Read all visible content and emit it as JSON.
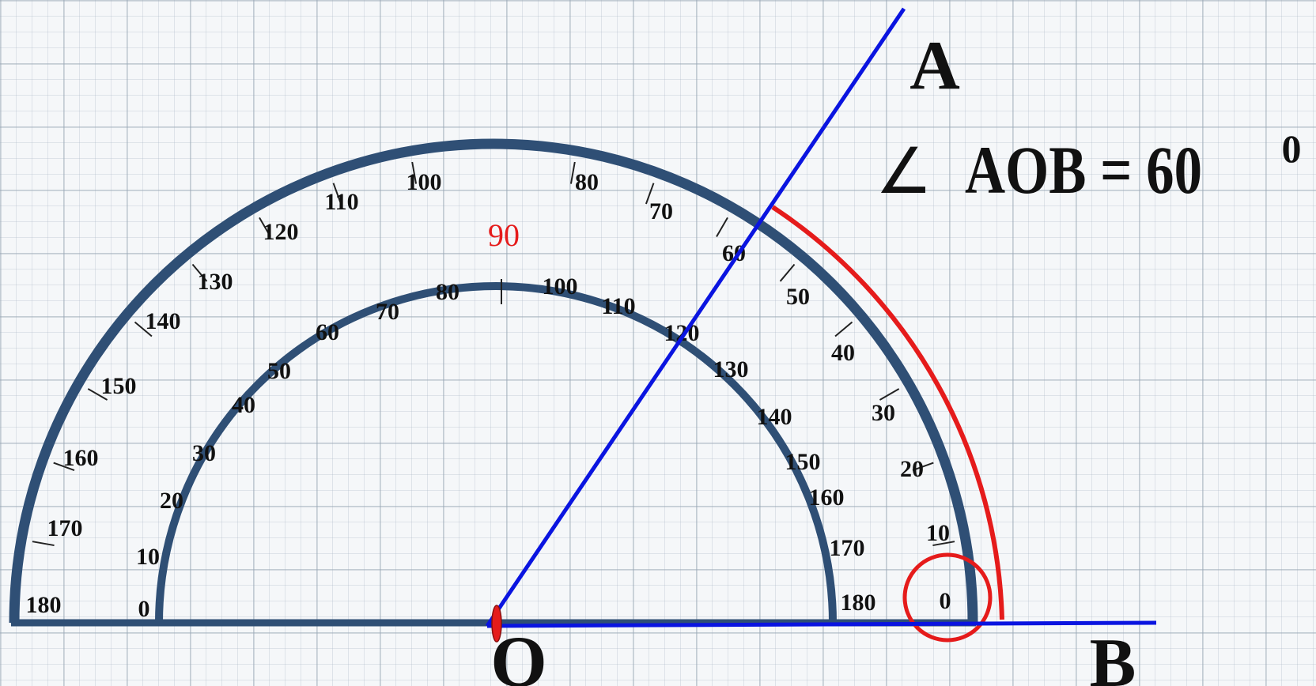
{
  "labels": {
    "point_a": "A",
    "point_o": "O",
    "point_b": "B",
    "angle_symbol": "∠",
    "angle_text": "AOB = 60",
    "degree_mark": "0"
  },
  "protractor": {
    "outer_scale": [
      "180",
      "170",
      "160",
      "150",
      "140",
      "130",
      "120",
      "110",
      "100",
      "90",
      "80",
      "70",
      "60",
      "50",
      "40",
      "30",
      "20",
      "10",
      "0"
    ],
    "inner_scale": [
      "0",
      "10",
      "20",
      "30",
      "40",
      "50",
      "60",
      "70",
      "80",
      "100",
      "110",
      "120",
      "130",
      "140",
      "150",
      "160",
      "170",
      "180"
    ],
    "highlight_label": "90",
    "measured_angle_deg": 60
  },
  "colors": {
    "protractor": "#2f4f75",
    "ray": "#0a14e0",
    "highlight": "#e51b1b",
    "grid_background": "#f5f7f9"
  }
}
